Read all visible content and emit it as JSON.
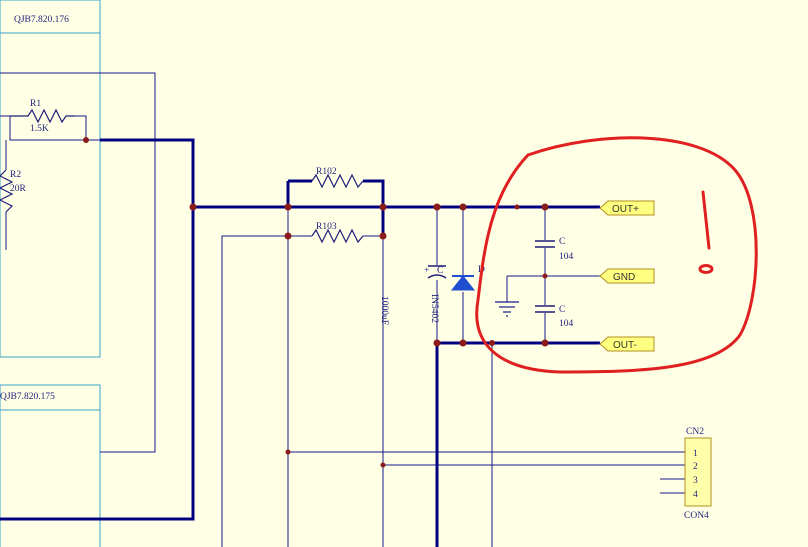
{
  "sheets": {
    "top_title": "QJB7.820.176",
    "bottom_title": "QJB7.820.175"
  },
  "components": {
    "r1": {
      "ref": "R1",
      "value": "1.5K"
    },
    "r2": {
      "ref": "R2",
      "value": "20R"
    },
    "r102": {
      "ref": "R102"
    },
    "r103": {
      "ref": "R103"
    },
    "electrolytic_cap": {
      "polarity": "+",
      "ref": "C",
      "value": "1000uF"
    },
    "diode": {
      "ref": "D",
      "part": "IN5402"
    },
    "c_top": {
      "ref": "C",
      "value": "104"
    },
    "c_bottom": {
      "ref": "C",
      "value": "104"
    },
    "connector": {
      "ref": "CN2",
      "type": "CON4",
      "pins": [
        "1",
        "2",
        "3",
        "4"
      ]
    }
  },
  "ports": {
    "out_plus": "OUT+",
    "gnd": "GND",
    "out_minus": "OUT-"
  },
  "annotation": {
    "mark": "!"
  },
  "colors": {
    "background": "#FFFFE6",
    "wire": "#1A1A8C",
    "bus": "#000080",
    "sheet_border": "#3AA3C8",
    "component": "#1F1F7A",
    "junction": "#8B1A1A",
    "port_fill": "#FFFF80",
    "port_stroke": "#B09020",
    "connector_fill": "#FFFFAA",
    "annotation": "#E02020",
    "diode_fill": "#1F4FD0"
  }
}
